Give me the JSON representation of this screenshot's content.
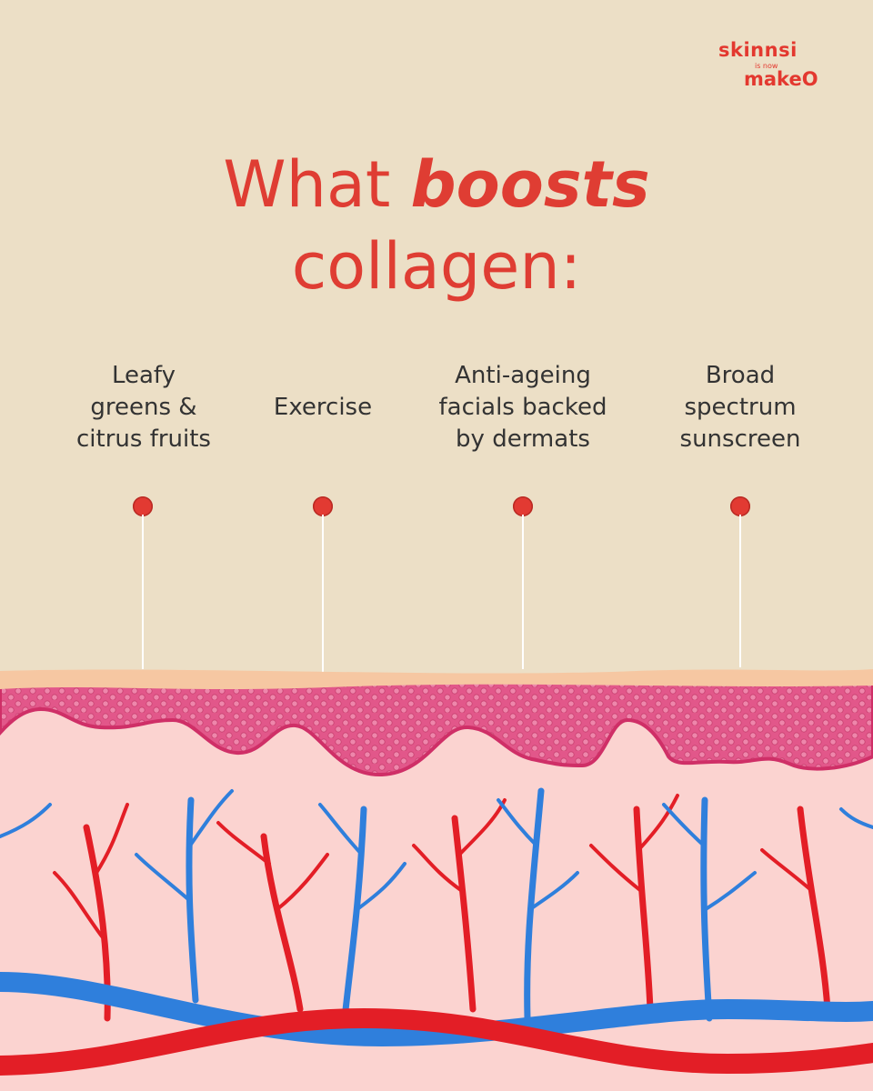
{
  "brand": {
    "name": "skinnsi",
    "tagline": "is now",
    "new_name": "makeO"
  },
  "title": {
    "part1": "What ",
    "emphasis": "boosts",
    "part2": "collagen:"
  },
  "items": [
    {
      "label_lines": [
        "Leafy",
        "greens &",
        "citrus fruits"
      ]
    },
    {
      "label_lines": [
        "Exercise"
      ]
    },
    {
      "label_lines": [
        "Anti-ageing",
        "facials backed",
        "by dermats"
      ]
    },
    {
      "label_lines": [
        "Broad",
        "spectrum",
        "sunscreen"
      ]
    }
  ],
  "colors": {
    "background": "#ecdfc6",
    "accent": "#e23a32",
    "artery": "#e31e26",
    "vein": "#2f7fdc",
    "epidermis": "#e45a8a",
    "dermis": "#fbd3d0"
  }
}
